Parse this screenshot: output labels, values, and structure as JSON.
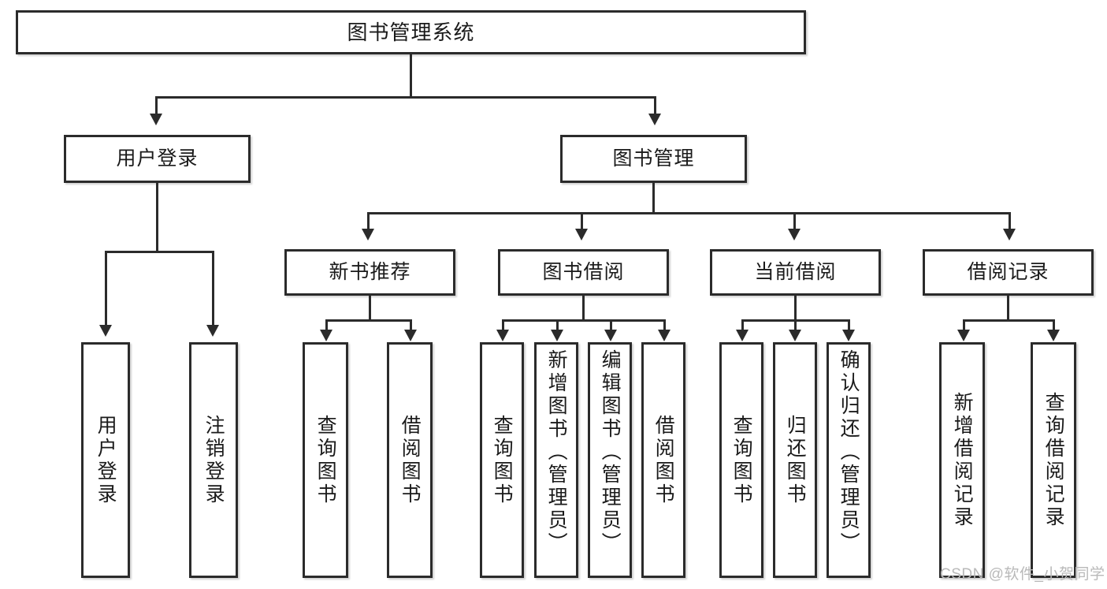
{
  "diagram": {
    "title_node": {
      "label": "图书管理系统"
    },
    "level2": [
      {
        "id": "user-login",
        "label": "用户登录"
      },
      {
        "id": "book-management",
        "label": "图书管理"
      }
    ],
    "level3": [
      {
        "id": "new-book-recommend",
        "label": "新书推荐"
      },
      {
        "id": "book-borrow",
        "label": "图书借阅"
      },
      {
        "id": "current-borrow",
        "label": "当前借阅"
      },
      {
        "id": "borrow-record",
        "label": "借阅记录"
      }
    ],
    "leaves": {
      "user_login": [
        {
          "id": "leaf-user-login",
          "label": "用户登录"
        },
        {
          "id": "leaf-logout-login",
          "label": "注销登录"
        }
      ],
      "new_book_recommend": [
        {
          "id": "leaf-query-book-1",
          "label": "查询图书"
        },
        {
          "id": "leaf-borrow-book-1",
          "label": "借阅图书"
        }
      ],
      "book_borrow": [
        {
          "id": "leaf-query-book-2",
          "label": "查询图书"
        },
        {
          "id": "leaf-add-book",
          "label": "新增图书（管理员）"
        },
        {
          "id": "leaf-edit-book",
          "label": "编辑图书（管理员）"
        },
        {
          "id": "leaf-borrow-book-2",
          "label": "借阅图书"
        }
      ],
      "current_borrow": [
        {
          "id": "leaf-query-book-3",
          "label": "查询图书"
        },
        {
          "id": "leaf-return-book",
          "label": "归还图书"
        },
        {
          "id": "leaf-confirm-return",
          "label": "确认归还（管理员）"
        }
      ],
      "borrow_record": [
        {
          "id": "leaf-add-record",
          "label": "新增借阅记录"
        },
        {
          "id": "leaf-query-record",
          "label": "查询借阅记录"
        }
      ]
    },
    "watermark": "CSDN @软件_小贺同学",
    "colors": {
      "stroke": "#2b2b2b",
      "background": "#ffffff",
      "text": "#1a1a1a",
      "watermark": "#b9b9b9"
    }
  }
}
